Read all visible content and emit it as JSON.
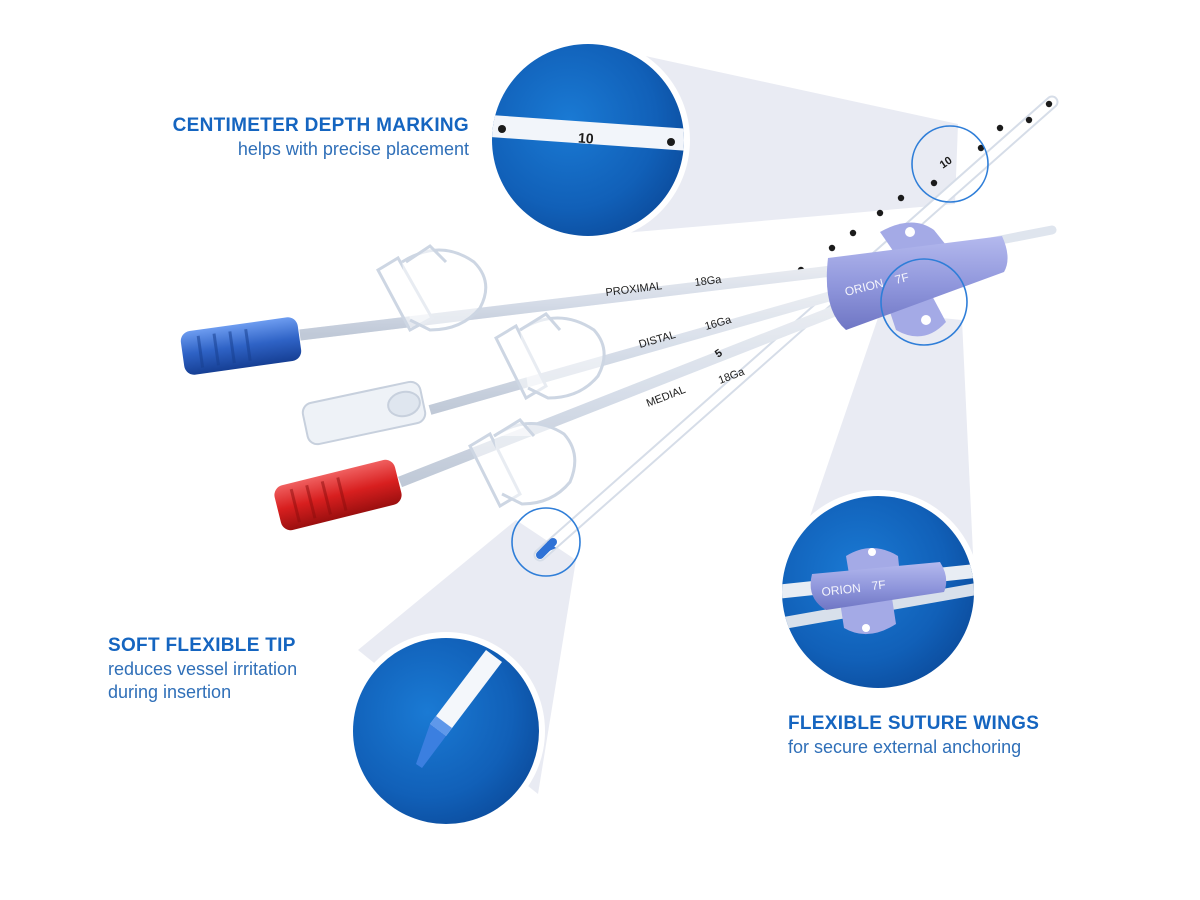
{
  "callouts": {
    "depth": {
      "title": "CENTIMETER DEPTH MARKING",
      "desc_lines": [
        "helps with precise placement"
      ]
    },
    "tip": {
      "title": "SOFT FLEXIBLE TIP",
      "desc_lines": [
        "reduces vessel irritation",
        "during insertion"
      ]
    },
    "wings": {
      "title": "FLEXIBLE SUTURE WINGS",
      "desc_lines": [
        "for secure external anchoring"
      ]
    }
  },
  "labels": {
    "proximal": "PROXIMAL",
    "proximal_ga": "18Ga",
    "distal": "DISTAL",
    "distal_ga": "16Ga",
    "medial": "MEDIAL",
    "medial_ga": "18Ga",
    "brand": "ORION",
    "size": "7F",
    "depth_mark": "10",
    "shaft_mark": "5"
  },
  "colors": {
    "accent": "#1565c0",
    "text_blue": "#2f6fb8",
    "cone": "#e9ebf3",
    "hub_purple": "#8e95db",
    "cap_blue": "#2f63c6",
    "cap_red": "#d81f1f",
    "cap_clear": "#eef2f7"
  }
}
